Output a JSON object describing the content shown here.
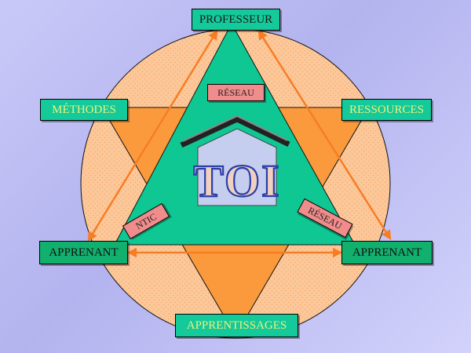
{
  "nodes": {
    "top": "PROFESSEUR",
    "left": "MÉTHODES",
    "right": "RESSOURCES",
    "bottom_left": "APPRENANT",
    "bottom_right": "APPRENANT",
    "bottom": "APPRENTISSAGES"
  },
  "tags": {
    "network_top": "RÉSEAU",
    "network_right": "RÉSEAU",
    "ntic": "NTIC"
  },
  "house_text": "TOI",
  "colors": {
    "circle": "#fcc89a",
    "triangle_down": "#fb9a3c",
    "triangle_up": "#0fc792",
    "arrows": "#f77d25",
    "label_teal": "#14c99a",
    "label_green": "#12b06e",
    "tag_pink": "#f08c8c",
    "house": "#c6ceef"
  }
}
